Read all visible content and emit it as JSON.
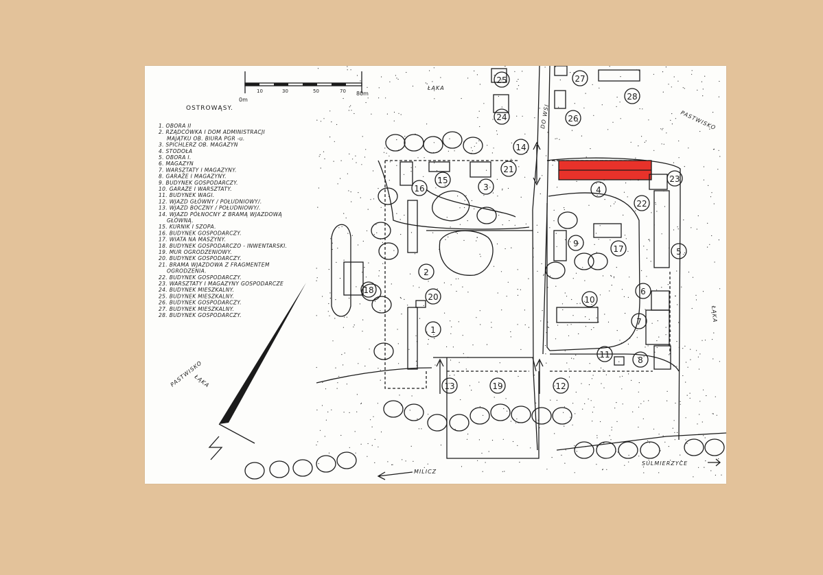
{
  "map": {
    "title": "OSTROWĄSY.",
    "scale": {
      "ticks": [
        "10",
        "30",
        "50",
        "70"
      ],
      "end_label": "80m",
      "start_label": "0m"
    },
    "legend": [
      "1. OBORA II",
      "2. RZĄDCÓWKA I DOM ADMINISTRACJI",
      "MAJĄTKU OB. BIURA PGR -u.",
      "3. SPICHLERZ OB. MAGAZYN",
      "4. STODOŁA",
      "5. OBORA I.",
      "6. MAGAZYN",
      "7. WARSZTATY I MAGAZYNY.",
      "8. GARAŻE I MAGAZYNY.",
      "9. BUDYNEK GOSPODARCZY.",
      "10. GARAŻE I WARSZTATY.",
      "11. BUDYNEK WAGI.",
      "12. WJAZD GŁÓWNY / POŁUDNIOWY/.",
      "13. WJAZD BOCZNY / POŁUDNIOWY/.",
      "14. WJAZD PÓŁNOCNY Z BRAMĄ WJAZDOWĄ",
      "GŁÓWNĄ.",
      "15. KURNIK I SZOPA.",
      "16. BUDYNEK GOSPODARCZY.",
      "17. WIATA NA MASZYNY.",
      "18. BUDYNEK GOSPODARCZO - INWENTARSKI.",
      "19. MUR OGRODZENIOWY.",
      "20. BUDYNEK GOSPODARCZY.",
      "21. BRAMA WJAZDOWA Z FRAGMENTEM",
      "OGRODZENIA.",
      "22. BUDYNEK GOSPODARCZY.",
      "23. WARSZTATY I MAGAZYNY GOSPODARCZE",
      "24. BUDYNEK MIESZKALNY.",
      "25. BUDYNEK MIESZKALNY.",
      "26. BUDYNEK GOSPODARCZY.",
      "27. BUDYNEK MIESZKALNY.",
      "28. BUDYNEK GOSPODARCZY."
    ],
    "labels": {
      "laka_top": "ŁĄKA",
      "do_wsi": "DO WSI",
      "pastwisko_right": "PASTWISKO",
      "laka_right": "ŁĄKA",
      "pastwisko_left": "PASTWISKO",
      "laka_left": "ŁĄKA",
      "milicz": "MILICZ",
      "sulmierzyce": "SULMIERZYCE"
    },
    "numbers": [
      "1",
      "2",
      "3",
      "4",
      "5",
      "6",
      "7",
      "8",
      "9",
      "10",
      "11",
      "12",
      "13",
      "14",
      "15",
      "16",
      "17",
      "18",
      "19",
      "20",
      "21",
      "22",
      "23",
      "24",
      "25",
      "26",
      "27",
      "28"
    ],
    "highlight_color": "#e8322a",
    "ink_color": "#1b1b1b",
    "north_arrow_icon": "north-arrow-icon"
  }
}
